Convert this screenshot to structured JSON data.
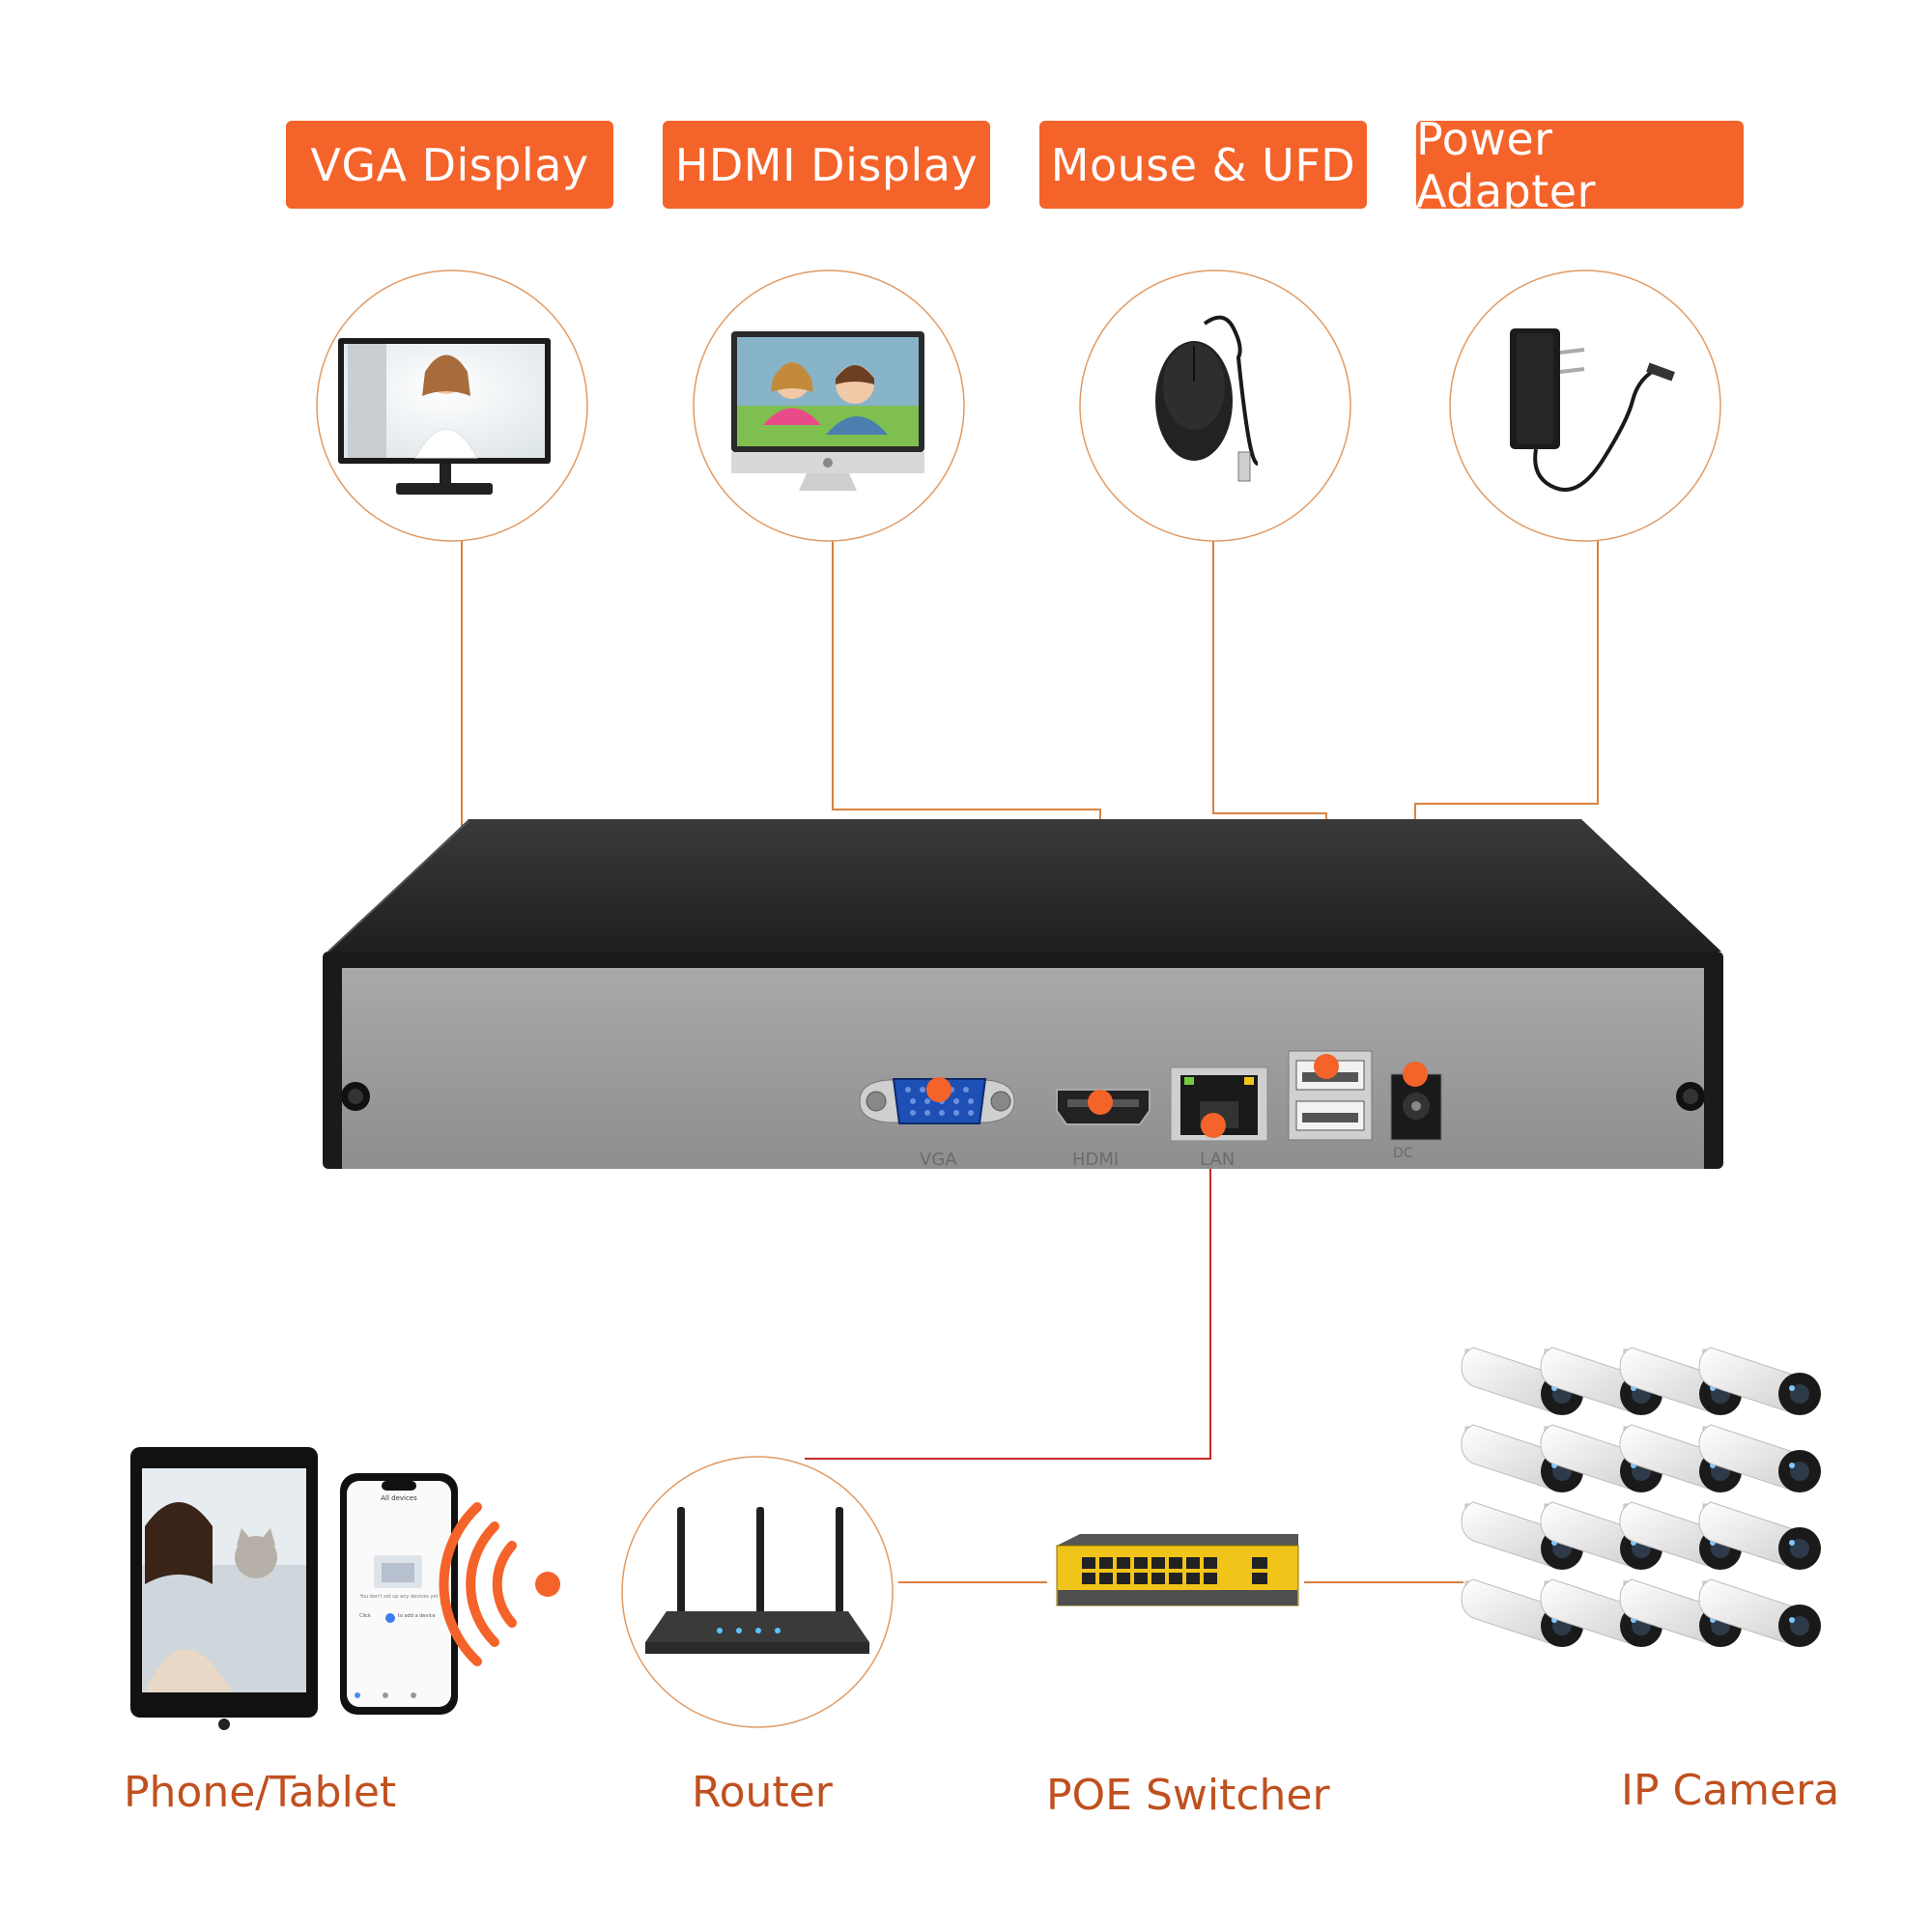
{
  "colors": {
    "accent": "#f4632a",
    "label_text": "#c0501f",
    "connector": "#d9823f",
    "lan_line": "#c62828",
    "nvr_panel": "#9a9a9a",
    "nvr_body": "#2b2b2b"
  },
  "top_devices": [
    {
      "label": "VGA Display",
      "icon": "vga-monitor-icon"
    },
    {
      "label": "HDMI Display",
      "icon": "hdmi-monitor-icon"
    },
    {
      "label": "Mouse & UFD",
      "icon": "usb-mouse-icon"
    },
    {
      "label": "Power Adapter",
      "icon": "power-adapter-icon"
    }
  ],
  "nvr": {
    "ports": [
      {
        "label": "VGA"
      },
      {
        "label": "HDMI"
      },
      {
        "label": "LAN"
      },
      {
        "label": ""
      },
      {
        "label": "DC"
      }
    ]
  },
  "bottom_devices": [
    {
      "label": "Phone/Tablet",
      "icon": "phone-tablet-icon"
    },
    {
      "label": "Router",
      "icon": "router-icon"
    },
    {
      "label": "POE Switcher",
      "icon": "poe-switch-icon"
    },
    {
      "label": "IP Camera",
      "icon": "ip-camera-icon"
    }
  ],
  "phone_screen": {
    "title": "All devices",
    "message": "You don't set up any devices yet",
    "cta": "Click",
    "cta_suffix": "to add a device"
  }
}
